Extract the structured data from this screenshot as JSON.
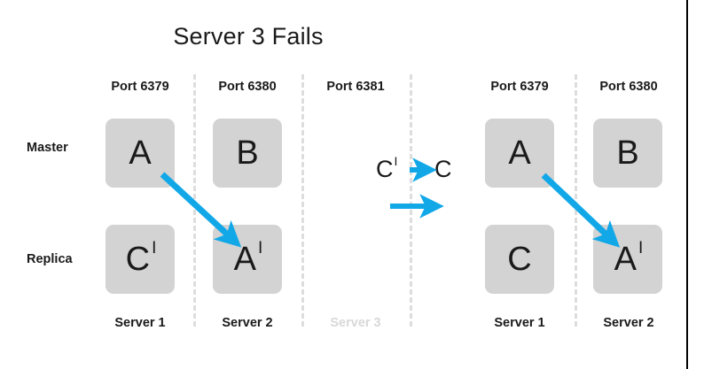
{
  "title": "Server 3 Fails",
  "colors": {
    "arrow": "#12a8e8",
    "node_fill": "#d3d3d3",
    "text": "#1a1a1a",
    "divider": "#dddddd",
    "faded_text": "#d8d8d8",
    "frame": "#000000",
    "background": "#ffffff"
  },
  "row_labels": [
    {
      "label": "Master"
    },
    {
      "label": "Replica"
    }
  ],
  "left_panel": {
    "port_labels": [
      {
        "label": "Port 6379"
      },
      {
        "label": "Port 6380"
      },
      {
        "label": "Port 6381"
      }
    ],
    "server_labels": [
      {
        "label": "Server 1",
        "faded": false
      },
      {
        "label": "Server 2",
        "faded": false
      },
      {
        "label": "Server 3",
        "faded": true
      }
    ],
    "nodes": [
      {
        "name": "A",
        "prime": "",
        "row": "Master",
        "server": "Server 1",
        "port": "Port 6379"
      },
      {
        "name": "B",
        "prime": "",
        "row": "Master",
        "server": "Server 2",
        "port": "Port 6380"
      },
      {
        "name": "C",
        "prime": "I",
        "row": "Replica",
        "server": "Server 1",
        "port": "Port 6379"
      },
      {
        "name": "A",
        "prime": "I",
        "row": "Replica",
        "server": "Server 2",
        "port": "Port 6380"
      }
    ]
  },
  "right_panel": {
    "port_labels": [
      {
        "label": "Port 6379"
      },
      {
        "label": "Port 6380"
      }
    ],
    "server_labels": [
      {
        "label": "Server 1",
        "faded": false
      },
      {
        "label": "Server 2",
        "faded": false
      }
    ],
    "nodes": [
      {
        "name": "A",
        "prime": "",
        "row": "Master",
        "server": "Server 1",
        "port": "Port 6379"
      },
      {
        "name": "B",
        "prime": "",
        "row": "Master",
        "server": "Server 2",
        "port": "Port 6380"
      },
      {
        "name": "C",
        "prime": "",
        "row": "Replica",
        "server": "Server 1",
        "port": "Port 6379"
      },
      {
        "name": "A",
        "prime": "I",
        "row": "Replica",
        "server": "Server 2",
        "port": "Port 6380"
      }
    ]
  },
  "legend": {
    "from_label": "C",
    "from_prime": "I",
    "to_label": "C",
    "promotion_arrow": "right-arrow-icon",
    "transition_arrow": "right-arrow-icon"
  }
}
